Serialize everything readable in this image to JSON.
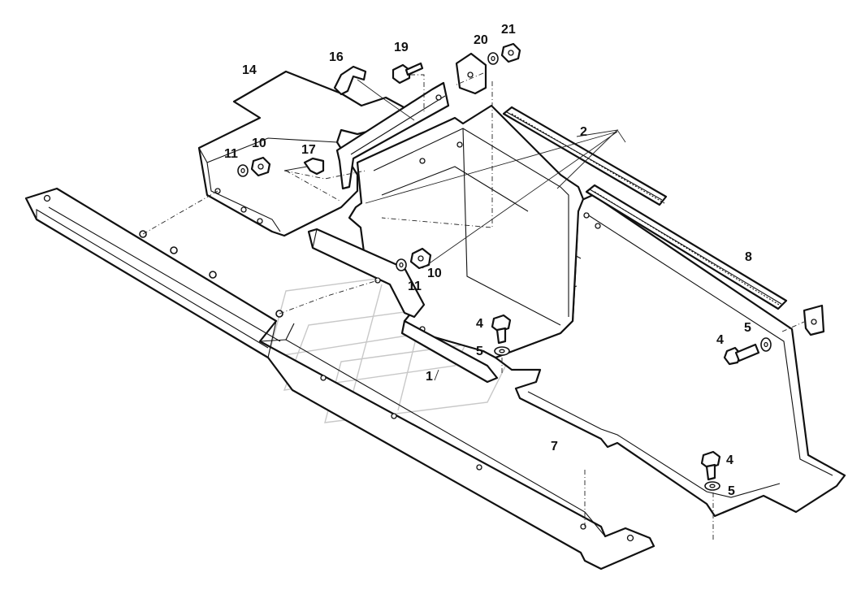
{
  "diagram": {
    "type": "exploded parts drawing",
    "callouts": {
      "c1": "1",
      "c2": "2",
      "c4a": "4",
      "c4b": "4",
      "c4c": "4",
      "c5a": "5",
      "c5b": "5",
      "c5c": "5",
      "c7": "7",
      "c8": "8",
      "c10a": "10",
      "c10b": "10",
      "c11a": "11",
      "c11b": "11",
      "c14": "14",
      "c16": "16",
      "c17": "17",
      "c19": "19",
      "c20": "20",
      "c21": "21"
    }
  }
}
